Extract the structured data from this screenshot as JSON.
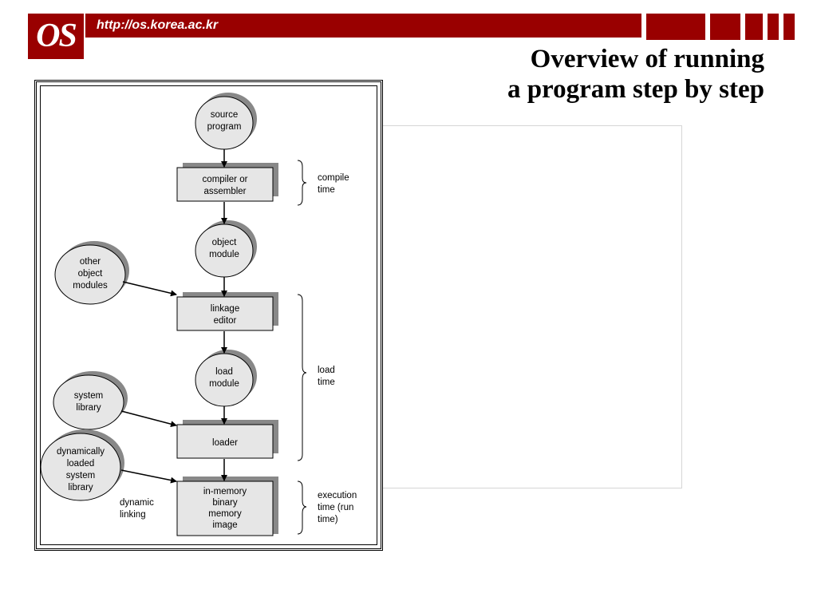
{
  "header": {
    "url": "http://os.korea.ac.kr",
    "logo": "OS"
  },
  "title": {
    "line1": "Overview of running",
    "line2": "a program step by step"
  },
  "diagram": {
    "source_program": [
      "source",
      "program"
    ],
    "compiler": [
      "compiler or",
      "assembler"
    ],
    "object_module": [
      "object",
      "module"
    ],
    "other_object_modules": [
      "other",
      "object",
      "modules"
    ],
    "linkage_editor": [
      "linkage",
      "editor"
    ],
    "load_module": [
      "load",
      "module"
    ],
    "system_library": [
      "system",
      "library"
    ],
    "loader": [
      "loader"
    ],
    "dynamically_loaded_system_library": [
      "dynamically",
      "loaded",
      "system",
      "library"
    ],
    "in_memory_image": [
      "in-memory",
      "binary",
      "memory",
      "image"
    ],
    "dynamic_linking": [
      "dynamic",
      "linking"
    ],
    "compile_time": [
      "compile",
      "time"
    ],
    "load_time": [
      "load",
      "time"
    ],
    "execution_time": [
      "execution",
      "time (run",
      "time)"
    ]
  },
  "colors": {
    "brand_red": "#990000",
    "ellipse_fill": "#e6e6e6",
    "box_fill": "#e6e6e6",
    "shadow": "#888888"
  }
}
